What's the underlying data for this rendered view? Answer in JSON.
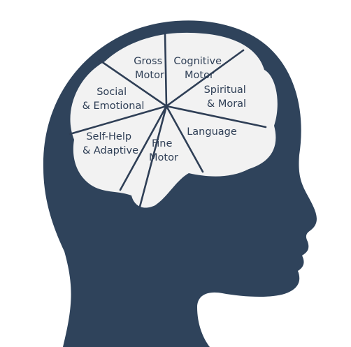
{
  "colors": {
    "silhouette": "#2f435b",
    "brain": "#f2f2f2",
    "text": "#2f3f56",
    "background": "#ffffff"
  },
  "segments": [
    {
      "id": "cognitive",
      "lines": [
        "Cognitive",
        "Motor"
      ]
    },
    {
      "id": "gross",
      "lines": [
        "Gross",
        "Motor"
      ]
    },
    {
      "id": "spiritual",
      "lines": [
        "Spiritual",
        "& Moral"
      ]
    },
    {
      "id": "social",
      "lines": [
        "Social",
        "& Emotional"
      ]
    },
    {
      "id": "language",
      "lines": [
        "Language"
      ]
    },
    {
      "id": "selfhelp",
      "lines": [
        "Self-Help",
        "& Adaptive"
      ]
    },
    {
      "id": "fine",
      "lines": [
        "Fine",
        "Motor"
      ]
    }
  ]
}
